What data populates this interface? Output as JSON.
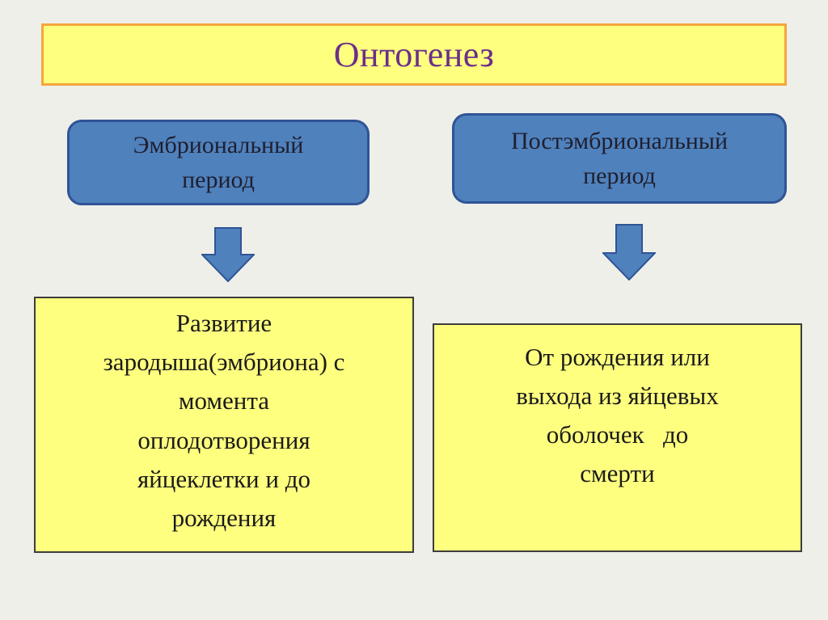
{
  "title": "Онтогенез",
  "periods": [
    {
      "label": "Эмбриональный\nпериод"
    },
    {
      "label": "Постэмбриональный\nпериод"
    }
  ],
  "descriptions": [
    {
      "text": "Развитие\nзародыша(эмбриона) с\nмомента\nоплодотворения\nяйцеклетки и до\nрождения"
    },
    {
      "text": "От рождения или\nвыхода из яйцевых\nоболочек   до\nсмерти"
    }
  ],
  "colors": {
    "title_fill": "#ffff7f",
    "title_border": "#f5a53c",
    "title_text": "#6a2f8a",
    "period_fill": "#4f81bd",
    "arrow_fill": "#4f81bd",
    "desc_fill": "#ffff7f"
  }
}
